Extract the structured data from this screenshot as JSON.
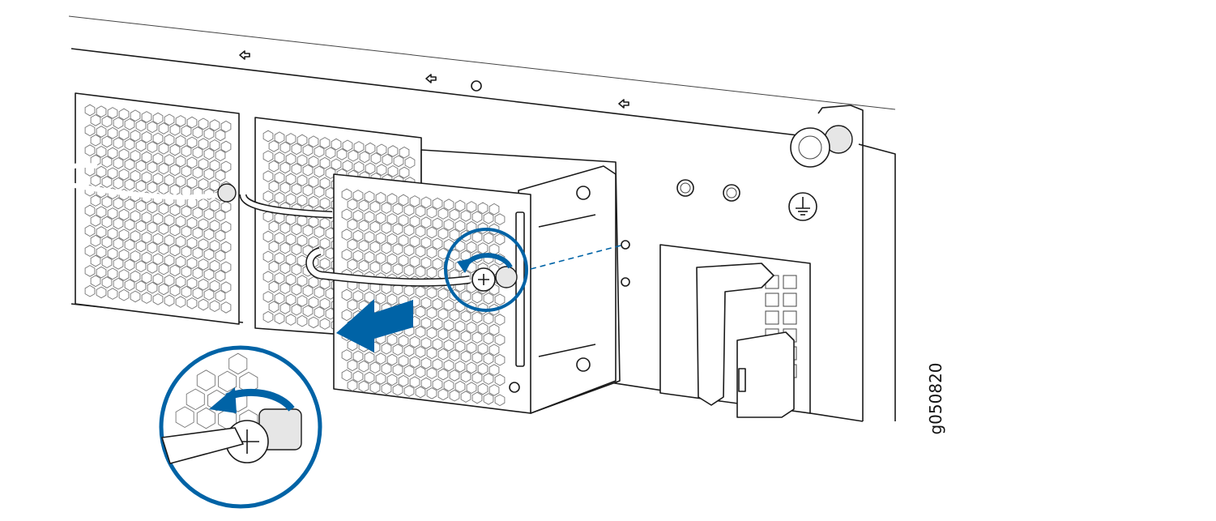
{
  "figure": {
    "label": "g050820",
    "accent_color": "#0063a6",
    "description_icons": [
      "fan-module",
      "removal-arrow-icon",
      "rotate-counterclockwise-icon",
      "captive-screw-icon",
      "ground-symbol-icon",
      "magnifier-callout"
    ]
  }
}
